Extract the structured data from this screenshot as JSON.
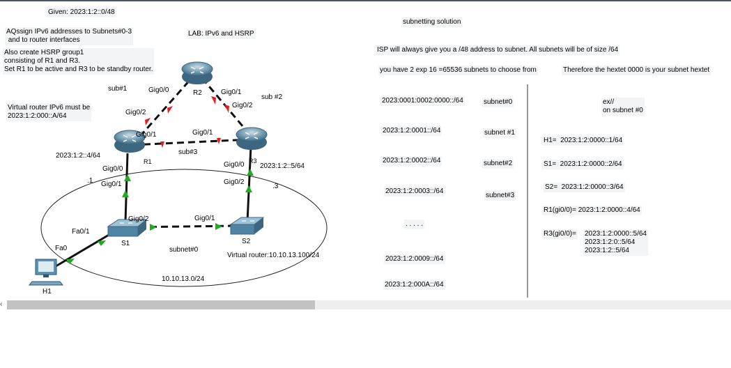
{
  "left_notes": {
    "given": "Given: 2023:1:2::0/48",
    "assign": "AQssign IPv6 addresses to Subnets#0-3\n and to router interfaces",
    "hsrp": "Also create HSRP group1\nconsisting of R1 and R3.\nSet R1 to be active and R3 to be standby router.",
    "virtual": "Virtual router IPv6 must be\n2023:1:2:000::A/64",
    "lab": "LAB: IPv6 and HSRP"
  },
  "topology": {
    "devices": {
      "r1": "R1",
      "r2": "R2",
      "r3": "R3",
      "s1": "S1",
      "s2": "S2",
      "h1": "H1"
    },
    "labels": {
      "sub1": "sub#1",
      "sub2": "sub #2",
      "sub3": "sub#3",
      "r2_g00": "Gig0/0",
      "r2_g01": "Gig0/1",
      "r1_g02": "Gig0/2",
      "r1_g01": "Gig0/1",
      "r1_g00": "Gig0/0",
      "r3_g02": "Gig0/2",
      "r3_g01": "Gig0/1",
      "r3_g00": "Gig0/0",
      "s1_g01": "Gig0/1",
      "s1_g02": "Gig0/2",
      "s1_fa01": "Fa0/1",
      "s2_g02": "Gig0/2",
      "s2_g01": "Gig0/1",
      "h1_fa0": "Fa0",
      "r1_addr": "2023:1:2::4/64",
      "r3_addr": "2023:1:2::5/64",
      "dot1": ".1",
      "dot3": ".3",
      "subnet0": "subnet#0",
      "net": "10.10.13.0/24",
      "vrouter": "Virtual router:10.10.13.100/24"
    }
  },
  "solution": {
    "title": "subnetting solution",
    "isp": "ISP will always give you a /48 address to subnet. All subnets will be of size /64",
    "choose": "you have 2 exp 16 =65536 subnets to choose from",
    "hextet": "Therefore the hextet 0000 is your subnet hextet",
    "subnets": [
      "2023:0001:0002:0000::/64",
      "2023:1:2:0001::/64",
      "2023:1:2:0002::/64",
      "2023:1:2:0003::/64",
      ". . . . .",
      "2023:1:2:0009::/64",
      "2023:1:2:000A::/64"
    ],
    "subnet_names": [
      "subnet#0",
      "subnet #1",
      "subnet#2",
      "subnet#3"
    ],
    "example": "ex//\non subnet #0",
    "h1": "H1=  2023:1:2:0000::1/64",
    "s1": "S1=  2023:1:2:0000::2/64",
    "s2": "S2=  2023:1:2:0000::3/64",
    "r1": "R1(gi0/0)= 2023:1:2:0000::4/64",
    "r3_label": "R3(gi0/0)=",
    "r3_values": "2023:1:2:0000::5/64\n2023:1:2:0::5/64\n2023:1:2::5/64"
  },
  "colors": {
    "router": "#4f7f9a",
    "switch": "#5b93b3",
    "link_down": "#e02020",
    "link_up": "#22aa22"
  }
}
